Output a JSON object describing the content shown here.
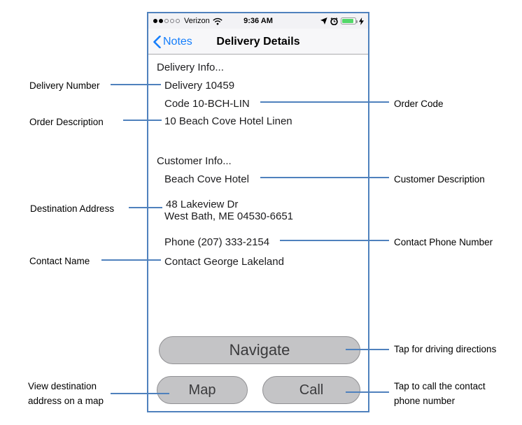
{
  "phone": {
    "status_bar": {
      "signal_dots_filled": 2,
      "signal_dots_total": 5,
      "carrier": "Verizon",
      "time": "9:36 AM"
    },
    "nav_bar": {
      "back_label": "Notes",
      "title": "Delivery Details"
    },
    "content": {
      "delivery_section_header": "Delivery Info...",
      "delivery_number": "Delivery 10459",
      "order_code": "Code 10-BCH-LIN",
      "order_description": "10 Beach Cove Hotel Linen",
      "customer_section_header": "Customer Info...",
      "customer_description": "Beach Cove Hotel",
      "address_line1": "48 Lakeview Dr",
      "address_line2": "West Bath, ME 04530-6651",
      "phone_line": "Phone (207) 333-2154",
      "contact_line": "Contact George Lakeland"
    },
    "buttons": {
      "navigate": "Navigate",
      "map": "Map",
      "call": "Call"
    }
  },
  "annotations": {
    "left": [
      {
        "label": "Delivery Number"
      },
      {
        "label": "Order Description"
      },
      {
        "label": "Destination Address"
      },
      {
        "label": "Contact Name"
      },
      {
        "label": "View destination address on a map"
      }
    ],
    "right": [
      {
        "label": "Order Code"
      },
      {
        "label": "Customer Description"
      },
      {
        "label": "Contact Phone Number"
      },
      {
        "label": "Tap for driving directions"
      },
      {
        "label": "Tap to call the contact phone  number"
      }
    ]
  },
  "colors": {
    "annotation_line": "#4f81bd",
    "frame_border": "#4f81bd",
    "nav_blue": "#157efb",
    "battery_green": "#53d769",
    "button_gray": "#c4c4c6"
  }
}
